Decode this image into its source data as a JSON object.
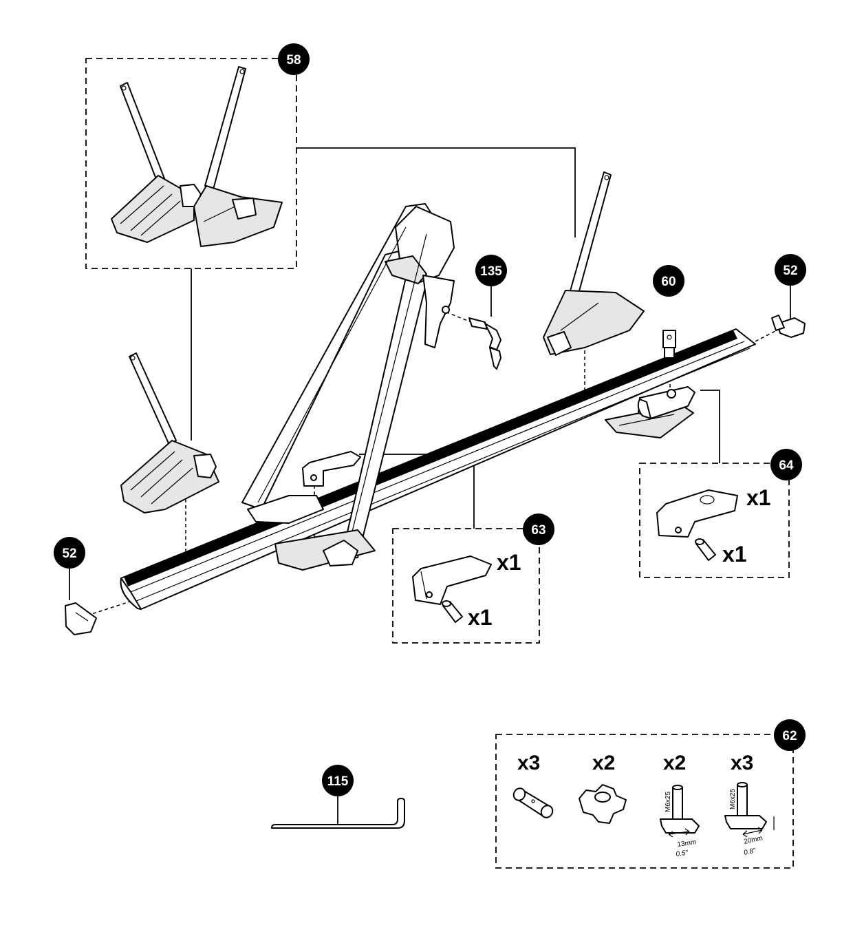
{
  "callouts": {
    "c58": "58",
    "c135": "135",
    "c60": "60",
    "c52_right": "52",
    "c52_left": "52",
    "c64": "64",
    "c63": "63",
    "c62": "62",
    "c115": "115"
  },
  "quantities": {
    "box64_handle": "x1",
    "box64_pin": "x1",
    "box63_handle": "x1",
    "box63_pin": "x1",
    "kit62_spacer": "x3",
    "kit62_knob": "x2",
    "kit62_bolt_small": "x2",
    "kit62_bolt_large": "x3"
  },
  "specs": {
    "bolt_small_thread": "M6x25",
    "bolt_small_width_mm": "13mm",
    "bolt_small_width_in": "0.5\"",
    "bolt_large_thread": "M6x25",
    "bolt_large_width_mm": "20mm",
    "bolt_large_width_in": "0.8\""
  },
  "colors": {
    "ink": "#000000",
    "paper": "#ffffff",
    "part_fill": "#e6e6e6"
  }
}
